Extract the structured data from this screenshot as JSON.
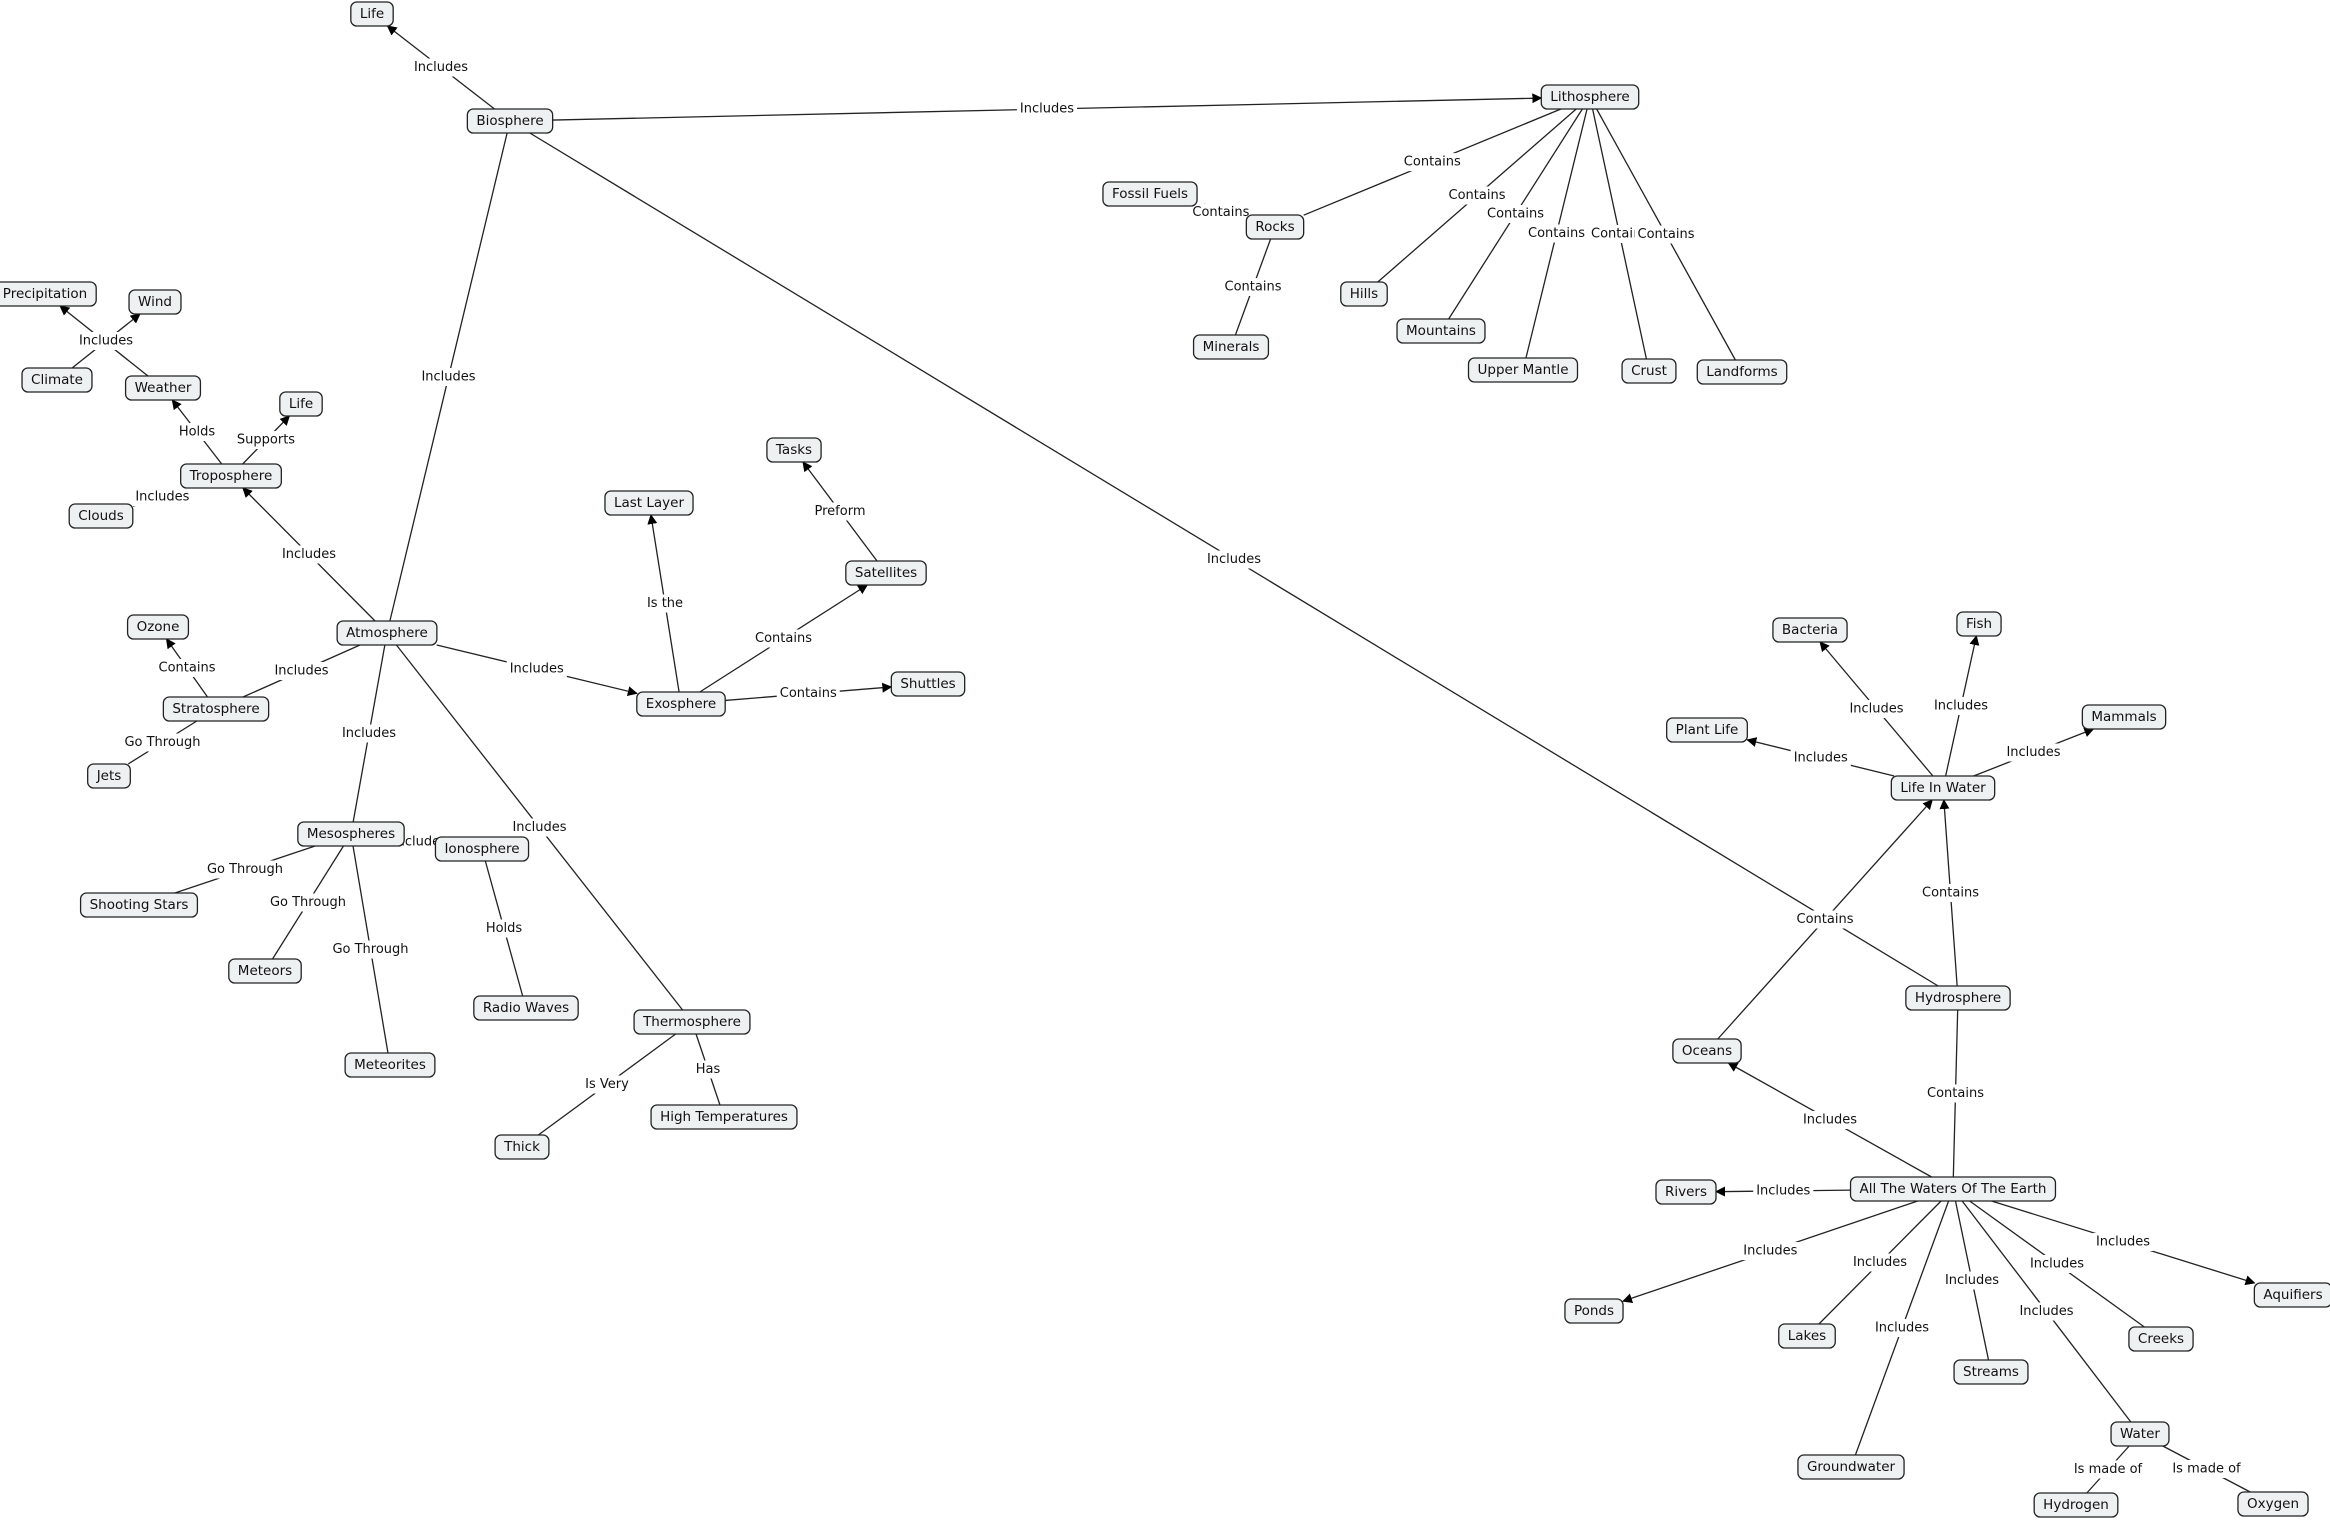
{
  "concepts": [
    {
      "id": "life_top",
      "label": "Life"
    },
    {
      "id": "biosphere",
      "label": "Biosphere"
    },
    {
      "id": "lithosphere",
      "label": "Lithosphere"
    },
    {
      "id": "fossil_fuels",
      "label": "Fossil Fuels"
    },
    {
      "id": "rocks",
      "label": "Rocks"
    },
    {
      "id": "hills",
      "label": "Hills"
    },
    {
      "id": "mountains",
      "label": "Mountains"
    },
    {
      "id": "minerals",
      "label": "Minerals"
    },
    {
      "id": "upper_mantle",
      "label": "Upper Mantle"
    },
    {
      "id": "crust",
      "label": "Crust"
    },
    {
      "id": "landforms",
      "label": "Landforms"
    },
    {
      "id": "precipitation",
      "label": "Precipitation"
    },
    {
      "id": "wind",
      "label": "Wind"
    },
    {
      "id": "climate",
      "label": "Climate"
    },
    {
      "id": "weather",
      "label": "Weather"
    },
    {
      "id": "life_trop",
      "label": "Life"
    },
    {
      "id": "troposphere",
      "label": "Troposphere"
    },
    {
      "id": "clouds",
      "label": "Clouds"
    },
    {
      "id": "tasks",
      "label": "Tasks"
    },
    {
      "id": "last_layer",
      "label": "Last Layer"
    },
    {
      "id": "satellites",
      "label": "Satellites"
    },
    {
      "id": "ozone",
      "label": "Ozone"
    },
    {
      "id": "atmosphere",
      "label": "Atmosphere"
    },
    {
      "id": "exosphere",
      "label": "Exosphere"
    },
    {
      "id": "shuttles",
      "label": "Shuttles"
    },
    {
      "id": "stratosphere",
      "label": "Stratosphere"
    },
    {
      "id": "jets",
      "label": "Jets"
    },
    {
      "id": "mesospheres",
      "label": "Mesospheres"
    },
    {
      "id": "ionosphere",
      "label": "Ionosphere"
    },
    {
      "id": "shooting_stars",
      "label": "Shooting Stars"
    },
    {
      "id": "meteors",
      "label": "Meteors"
    },
    {
      "id": "radio_waves",
      "label": "Radio Waves"
    },
    {
      "id": "thermosphere",
      "label": "Thermosphere"
    },
    {
      "id": "meteorites",
      "label": "Meteorites"
    },
    {
      "id": "high_temperatures",
      "label": "High Temperatures"
    },
    {
      "id": "thick",
      "label": "Thick"
    },
    {
      "id": "bacteria",
      "label": "Bacteria"
    },
    {
      "id": "fish",
      "label": "Fish"
    },
    {
      "id": "plant_life",
      "label": "Plant Life"
    },
    {
      "id": "mammals",
      "label": "Mammals"
    },
    {
      "id": "life_in_water",
      "label": "Life In Water"
    },
    {
      "id": "hydrosphere",
      "label": "Hydrosphere"
    },
    {
      "id": "oceans",
      "label": "Oceans"
    },
    {
      "id": "rivers",
      "label": "Rivers"
    },
    {
      "id": "all_waters",
      "label": "All The Waters Of The Earth"
    },
    {
      "id": "ponds",
      "label": "Ponds"
    },
    {
      "id": "lakes",
      "label": "Lakes"
    },
    {
      "id": "creeks",
      "label": "Creeks"
    },
    {
      "id": "aquifiers",
      "label": "Aquifiers"
    },
    {
      "id": "streams",
      "label": "Streams"
    },
    {
      "id": "water",
      "label": "Water"
    },
    {
      "id": "groundwater",
      "label": "Groundwater"
    },
    {
      "id": "hydrogen",
      "label": "Hydrogen"
    },
    {
      "id": "oxygen",
      "label": "Oxygen"
    }
  ],
  "links": [
    {
      "id": "l_bio_life",
      "from": "biosphere",
      "to": "life_top",
      "label": "Includes",
      "arrow": true
    },
    {
      "id": "l_bio_litho",
      "from": "biosphere",
      "to": "lithosphere",
      "label": "Includes",
      "arrow": true
    },
    {
      "id": "l_bio_atmo",
      "from": "biosphere",
      "to": "atmosphere",
      "label": "Includes",
      "arrow": false
    },
    {
      "id": "l_bio_hydro",
      "from": "biosphere",
      "to": "hydrosphere",
      "label": "Includes",
      "arrow": false
    },
    {
      "id": "l_litho_rocks",
      "from": "lithosphere",
      "to": "rocks",
      "label": "Contains",
      "arrow": false
    },
    {
      "id": "l_litho_hills",
      "from": "lithosphere",
      "to": "hills",
      "label": "Contains",
      "arrow": false
    },
    {
      "id": "l_litho_mountains",
      "from": "lithosphere",
      "to": "mountains",
      "label": "Contains",
      "arrow": false
    },
    {
      "id": "l_litho_mantle",
      "from": "lithosphere",
      "to": "upper_mantle",
      "label": "Contains",
      "arrow": false
    },
    {
      "id": "l_litho_crust",
      "from": "lithosphere",
      "to": "crust",
      "label": "Contains",
      "arrow": false
    },
    {
      "id": "l_litho_landforms",
      "from": "lithosphere",
      "to": "landforms",
      "label": "Contains",
      "arrow": false
    },
    {
      "id": "l_rocks_fossil",
      "from": "rocks",
      "to": "fossil_fuels",
      "label": "Contains",
      "arrow": true
    },
    {
      "id": "l_rocks_minerals",
      "from": "rocks",
      "to": "minerals",
      "label": "Contains",
      "arrow": false
    },
    {
      "id": "l_atmo_trop",
      "from": "atmosphere",
      "to": "troposphere",
      "label": "Includes",
      "arrow": true
    },
    {
      "id": "l_trop_weather",
      "from": "troposphere",
      "to": "weather",
      "label": "Holds",
      "arrow": true
    },
    {
      "id": "l_trop_life",
      "from": "troposphere",
      "to": "life_trop",
      "label": "Supports",
      "arrow": true
    },
    {
      "id": "l_trop_clouds",
      "from": "troposphere",
      "to": "clouds",
      "label": "Includes",
      "arrow": false
    },
    {
      "id": "l_weather_precip",
      "from": "weather",
      "to": "precipitation",
      "label": "Includes",
      "arrow": true
    },
    {
      "id": "l_climate_wind",
      "from": "climate",
      "to": "wind",
      "label": "Includes",
      "arrow": true
    },
    {
      "id": "l_atmo_strat",
      "from": "atmosphere",
      "to": "stratosphere",
      "label": "Includes",
      "arrow": false
    },
    {
      "id": "l_strat_ozone",
      "from": "stratosphere",
      "to": "ozone",
      "label": "Contains",
      "arrow": true
    },
    {
      "id": "l_strat_jets",
      "from": "stratosphere",
      "to": "jets",
      "label": "Go Through",
      "arrow": false
    },
    {
      "id": "l_atmo_meso",
      "from": "atmosphere",
      "to": "mesospheres",
      "label": "Includes",
      "arrow": false
    },
    {
      "id": "l_atmo_exo",
      "from": "atmosphere",
      "to": "exosphere",
      "label": "Includes",
      "arrow": true
    },
    {
      "id": "l_atmo_thermo",
      "from": "atmosphere",
      "to": "thermosphere",
      "label": "Includes",
      "arrow": false
    },
    {
      "id": "l_exo_last",
      "from": "exosphere",
      "to": "last_layer",
      "label": "Is the",
      "arrow": true
    },
    {
      "id": "l_exo_sat",
      "from": "exosphere",
      "to": "satellites",
      "label": "Contains",
      "arrow": true
    },
    {
      "id": "l_exo_shuttles",
      "from": "exosphere",
      "to": "shuttles",
      "label": "Contains",
      "arrow": true
    },
    {
      "id": "l_sat_tasks",
      "from": "satellites",
      "to": "tasks",
      "label": "Preform",
      "arrow": true
    },
    {
      "id": "l_meso_shooting",
      "from": "mesospheres",
      "to": "shooting_stars",
      "label": "Go Through",
      "arrow": false
    },
    {
      "id": "l_meso_meteors",
      "from": "mesospheres",
      "to": "meteors",
      "label": "Go Through",
      "arrow": false
    },
    {
      "id": "l_meso_meteorites",
      "from": "mesospheres",
      "to": "meteorites",
      "label": "Go Through",
      "arrow": false
    },
    {
      "id": "l_meso_iono",
      "from": "mesospheres",
      "to": "ionosphere",
      "label": "Includes",
      "arrow": true
    },
    {
      "id": "l_iono_radio",
      "from": "ionosphere",
      "to": "radio_waves",
      "label": "Holds",
      "arrow": false
    },
    {
      "id": "l_thermo_thick",
      "from": "thermosphere",
      "to": "thick",
      "label": "Is Very",
      "arrow": false
    },
    {
      "id": "l_thermo_high",
      "from": "thermosphere",
      "to": "high_temperatures",
      "label": "Has",
      "arrow": false
    },
    {
      "id": "l_liw_bacteria",
      "from": "life_in_water",
      "to": "bacteria",
      "label": "Includes",
      "arrow": true
    },
    {
      "id": "l_liw_fish",
      "from": "life_in_water",
      "to": "fish",
      "label": "Includes",
      "arrow": true
    },
    {
      "id": "l_liw_plant",
      "from": "life_in_water",
      "to": "plant_life",
      "label": "Includes",
      "arrow": true
    },
    {
      "id": "l_liw_mammals",
      "from": "life_in_water",
      "to": "mammals",
      "label": "Includes",
      "arrow": true
    },
    {
      "id": "l_oceans_liw",
      "from": "oceans",
      "to": "life_in_water",
      "label": "Contains",
      "arrow": true
    },
    {
      "id": "l_hydro_liw",
      "from": "hydrosphere",
      "to": "life_in_water",
      "label": "Contains",
      "arrow": true
    },
    {
      "id": "l_hydro_all",
      "from": "hydrosphere",
      "to": "all_waters",
      "label": "Contains",
      "arrow": false
    },
    {
      "id": "l_all_oceans",
      "from": "all_waters",
      "to": "oceans",
      "label": "Includes",
      "arrow": true
    },
    {
      "id": "l_all_rivers",
      "from": "all_waters",
      "to": "rivers",
      "label": "Includes",
      "arrow": true
    },
    {
      "id": "l_all_ponds",
      "from": "all_waters",
      "to": "ponds",
      "label": "Includes",
      "arrow": true
    },
    {
      "id": "l_all_lakes",
      "from": "all_waters",
      "to": "lakes",
      "label": "Includes",
      "arrow": false
    },
    {
      "id": "l_all_groundwater",
      "from": "all_waters",
      "to": "groundwater",
      "label": "Includes",
      "arrow": false
    },
    {
      "id": "l_all_streams",
      "from": "all_waters",
      "to": "streams",
      "label": "Includes",
      "arrow": false
    },
    {
      "id": "l_all_water",
      "from": "all_waters",
      "to": "water",
      "label": "Includes",
      "arrow": false
    },
    {
      "id": "l_all_creeks",
      "from": "all_waters",
      "to": "creeks",
      "label": "Includes",
      "arrow": false
    },
    {
      "id": "l_all_aquifiers",
      "from": "all_waters",
      "to": "aquifiers",
      "label": "Includes",
      "arrow": true
    },
    {
      "id": "l_water_hydrogen",
      "from": "water",
      "to": "hydrogen",
      "label": "Is made of",
      "arrow": false
    },
    {
      "id": "l_water_oxygen",
      "from": "water",
      "to": "oxygen",
      "label": "Is made of",
      "arrow": false
    }
  ]
}
